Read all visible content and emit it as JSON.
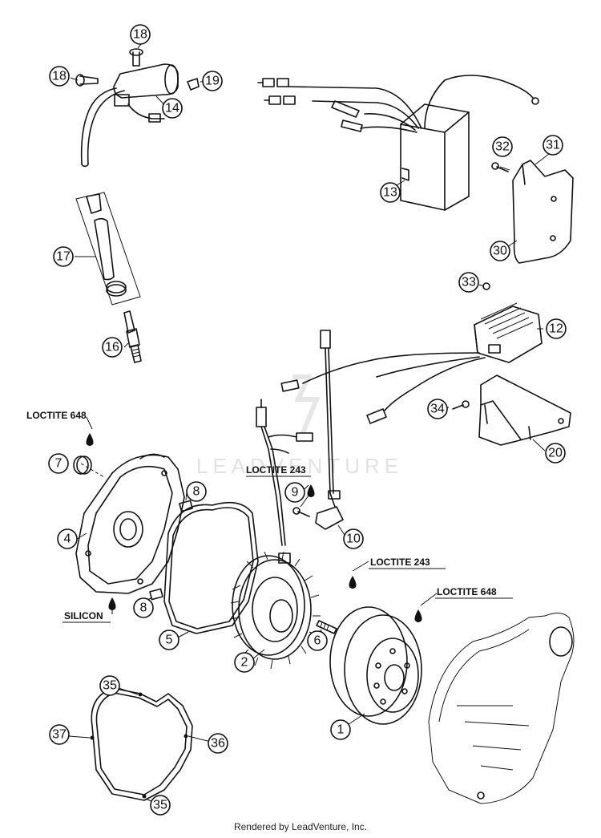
{
  "watermark": {
    "text": "LEADVENTURE"
  },
  "footer": {
    "text": "Rendered by LeadVenture, Inc."
  },
  "notes": {
    "loctite_648_left": "LOCTITE 648",
    "loctite_243_mid": "LOCTITE 243",
    "loctite_243_right": "LOCTITE 243",
    "loctite_648_right": "LOCTITE 648",
    "silicon": "SILICON"
  },
  "callouts": {
    "c1": "1",
    "c2": "2",
    "c4": "4",
    "c5": "5",
    "c6": "6",
    "c7": "7",
    "c8a": "8",
    "c8b": "8",
    "c9": "9",
    "c10": "10",
    "c12": "12",
    "c13": "13",
    "c14": "14",
    "c16": "16",
    "c17": "17",
    "c18a": "18",
    "c18b": "18",
    "c19": "19",
    "c20": "20",
    "c30": "30",
    "c31": "31",
    "c32": "32",
    "c33": "33",
    "c34": "34",
    "c35a": "35",
    "c35b": "35",
    "c36": "36",
    "c37": "37"
  }
}
